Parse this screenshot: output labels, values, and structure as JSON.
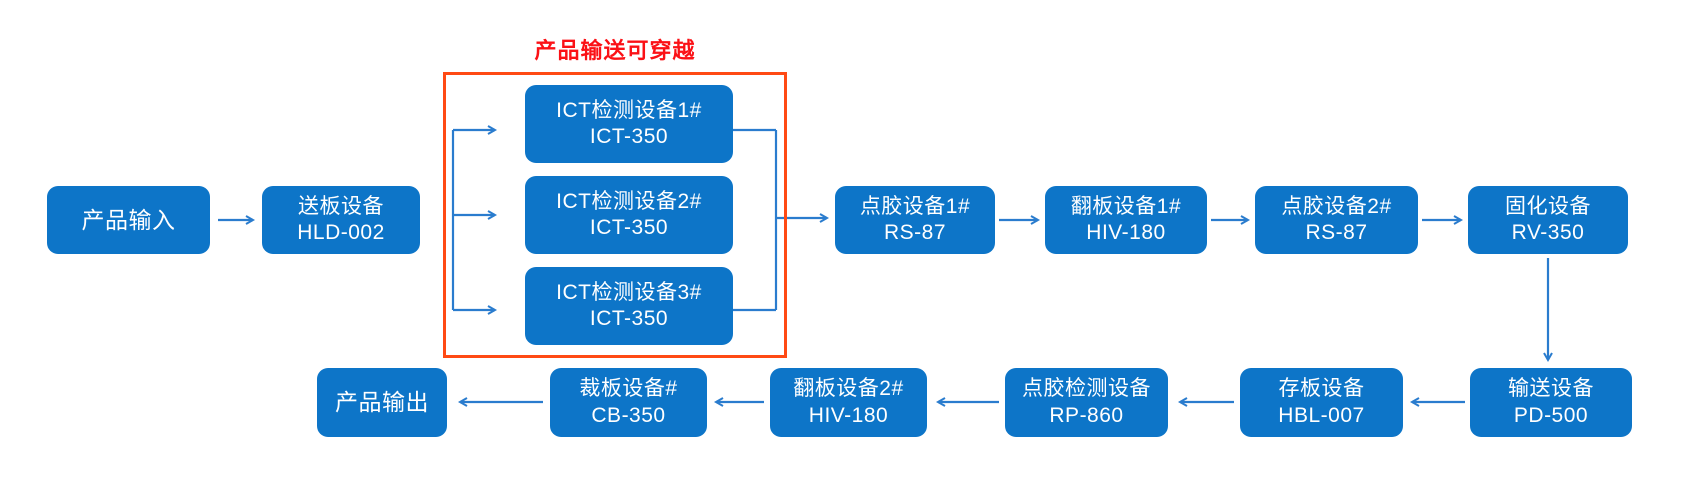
{
  "diagram": {
    "group_label": "产品输送可穿越",
    "nodes": [
      {
        "name": "产品输入",
        "code": ""
      },
      {
        "name": "送板设备",
        "code": "HLD-002"
      },
      {
        "name": "ICT检测设备1#",
        "code": "ICT-350"
      },
      {
        "name": "ICT检测设备2#",
        "code": "ICT-350"
      },
      {
        "name": "ICT检测设备3#",
        "code": "ICT-350"
      },
      {
        "name": "点胶设备1#",
        "code": "RS-87"
      },
      {
        "name": "翻板设备1#",
        "code": "HIV-180"
      },
      {
        "name": "点胶设备2#",
        "code": "RS-87"
      },
      {
        "name": "固化设备",
        "code": "RV-350"
      },
      {
        "name": "输送设备",
        "code": "PD-500"
      },
      {
        "name": "存板设备",
        "code": "HBL-007"
      },
      {
        "name": "点胶检测设备",
        "code": "RP-860"
      },
      {
        "name": "翻板设备2#",
        "code": "HIV-180"
      },
      {
        "name": "裁板设备#",
        "code": "CB-350"
      },
      {
        "name": "产品输出",
        "code": ""
      }
    ],
    "colors": {
      "node_fill": "#0D75C8",
      "node_text": "#FFFFFF",
      "arrow": "#2A7CCE",
      "group_border": "#FF4A14",
      "group_label_color": "#FB1116",
      "background": "#FFFFFF"
    }
  }
}
